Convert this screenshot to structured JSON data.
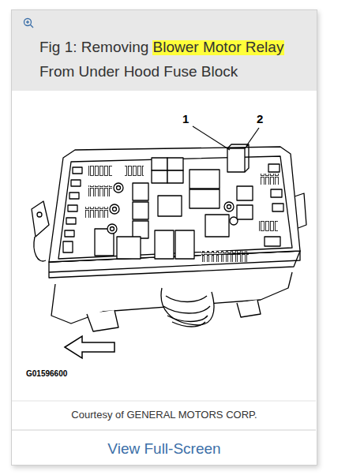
{
  "diagram": {
    "title": "Fig 1: Removing Blower Motor Relay From Under Hood Fuse Block",
    "caption": "Courtesy of GENERAL MOTORS CORP.",
    "labels": [
      "1",
      "2",
      "G01596600",
      "View Full-Screen"
    ]
  }
}
